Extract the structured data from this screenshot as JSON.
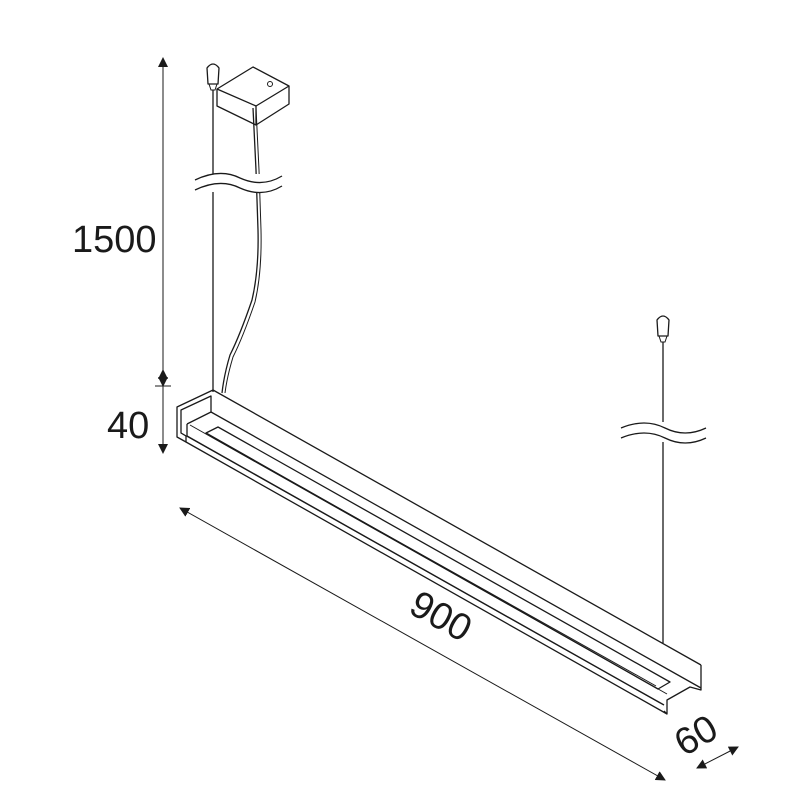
{
  "dimensions": {
    "suspension_length": "1500",
    "profile_height": "40",
    "length": "900",
    "width": "60"
  },
  "colors": {
    "line": "#1a1a1a",
    "background": "#ffffff"
  }
}
